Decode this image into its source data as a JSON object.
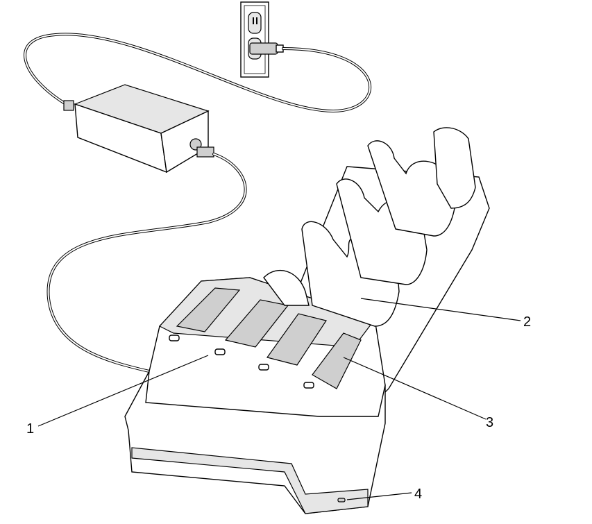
{
  "callouts": [
    {
      "id": "1",
      "label": "1"
    },
    {
      "id": "2",
      "label": "2"
    },
    {
      "id": "3",
      "label": "3"
    },
    {
      "id": "4",
      "label": "4"
    }
  ],
  "colors": {
    "line": "#000000",
    "shade": "#e6e6e6",
    "background": "#ffffff"
  },
  "icons": [
    "wall-outlet-icon",
    "power-supply-icon",
    "charging-cradle-icon"
  ]
}
